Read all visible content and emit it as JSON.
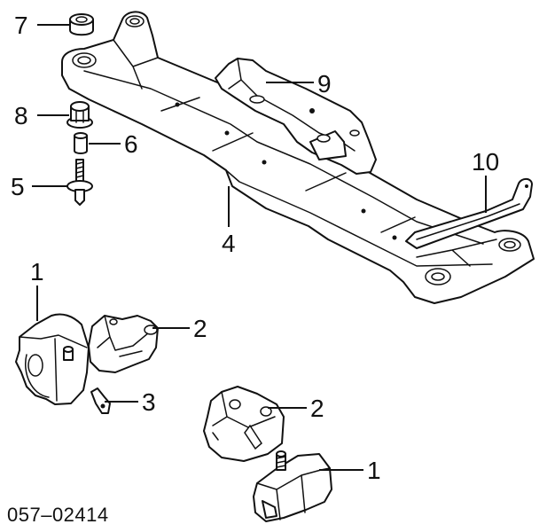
{
  "diagram": {
    "callouts": [
      "7",
      "8",
      "6",
      "5",
      "4",
      "9",
      "10",
      "1",
      "2",
      "3",
      "2",
      "1"
    ],
    "code": "057–02414"
  }
}
